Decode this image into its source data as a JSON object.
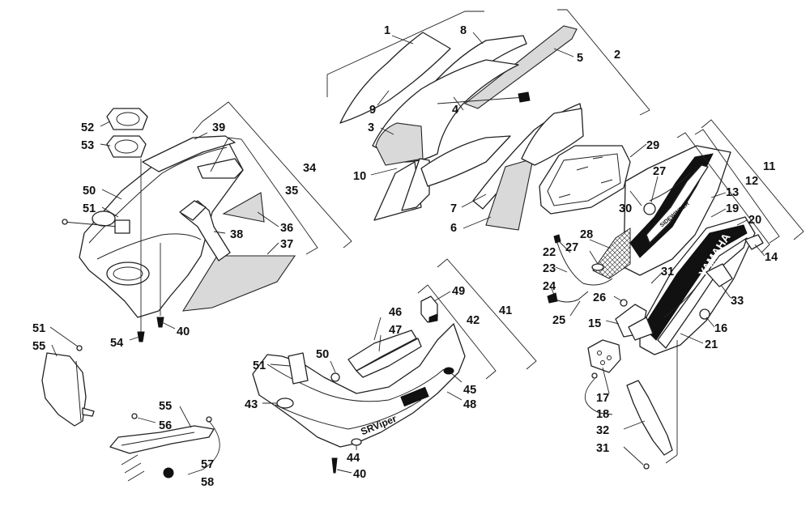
{
  "brand_text": "YAMAHA",
  "model_text": "SRViper",
  "decal_text": "SIDEWINDER",
  "colors": {
    "line": "#222222",
    "decal": "#111111",
    "foam": "#d9d9d9",
    "background": "#ffffff"
  },
  "callouts": [
    {
      "id": "c1",
      "label": "1"
    },
    {
      "id": "c2",
      "label": "2"
    },
    {
      "id": "c3",
      "label": "3"
    },
    {
      "id": "c4",
      "label": "4"
    },
    {
      "id": "c5",
      "label": "5"
    },
    {
      "id": "c6",
      "label": "6"
    },
    {
      "id": "c7",
      "label": "7"
    },
    {
      "id": "c8",
      "label": "8"
    },
    {
      "id": "c9",
      "label": "9"
    },
    {
      "id": "c10",
      "label": "10"
    },
    {
      "id": "c11",
      "label": "11"
    },
    {
      "id": "c12",
      "label": "12"
    },
    {
      "id": "c13",
      "label": "13"
    },
    {
      "id": "c14",
      "label": "14"
    },
    {
      "id": "c15",
      "label": "15"
    },
    {
      "id": "c16",
      "label": "16"
    },
    {
      "id": "c17",
      "label": "17"
    },
    {
      "id": "c18",
      "label": "18"
    },
    {
      "id": "c19",
      "label": "19"
    },
    {
      "id": "c20",
      "label": "20"
    },
    {
      "id": "c21",
      "label": "21"
    },
    {
      "id": "c22",
      "label": "22"
    },
    {
      "id": "c23",
      "label": "23"
    },
    {
      "id": "c24",
      "label": "24"
    },
    {
      "id": "c25",
      "label": "25"
    },
    {
      "id": "c26",
      "label": "26"
    },
    {
      "id": "c27a",
      "label": "27"
    },
    {
      "id": "c27b",
      "label": "27"
    },
    {
      "id": "c28",
      "label": "28"
    },
    {
      "id": "c29",
      "label": "29"
    },
    {
      "id": "c30",
      "label": "30"
    },
    {
      "id": "c31a",
      "label": "31"
    },
    {
      "id": "c31b",
      "label": "31"
    },
    {
      "id": "c32",
      "label": "32"
    },
    {
      "id": "c33",
      "label": "33"
    },
    {
      "id": "c34",
      "label": "34"
    },
    {
      "id": "c35",
      "label": "35"
    },
    {
      "id": "c36",
      "label": "36"
    },
    {
      "id": "c37",
      "label": "37"
    },
    {
      "id": "c38",
      "label": "38"
    },
    {
      "id": "c39",
      "label": "39"
    },
    {
      "id": "c40a",
      "label": "40"
    },
    {
      "id": "c40b",
      "label": "40"
    },
    {
      "id": "c41",
      "label": "41"
    },
    {
      "id": "c42",
      "label": "42"
    },
    {
      "id": "c43",
      "label": "43"
    },
    {
      "id": "c44",
      "label": "44"
    },
    {
      "id": "c45",
      "label": "45"
    },
    {
      "id": "c46",
      "label": "46"
    },
    {
      "id": "c47",
      "label": "47"
    },
    {
      "id": "c48",
      "label": "48"
    },
    {
      "id": "c49",
      "label": "49"
    },
    {
      "id": "c50a",
      "label": "50"
    },
    {
      "id": "c50b",
      "label": "50"
    },
    {
      "id": "c51a",
      "label": "51"
    },
    {
      "id": "c51b",
      "label": "51"
    },
    {
      "id": "c51c",
      "label": "51"
    },
    {
      "id": "c52",
      "label": "52"
    },
    {
      "id": "c53",
      "label": "53"
    },
    {
      "id": "c54",
      "label": "54"
    },
    {
      "id": "c55a",
      "label": "55"
    },
    {
      "id": "c55b",
      "label": "55"
    },
    {
      "id": "c56",
      "label": "56"
    },
    {
      "id": "c57",
      "label": "57"
    },
    {
      "id": "c58",
      "label": "58"
    }
  ]
}
